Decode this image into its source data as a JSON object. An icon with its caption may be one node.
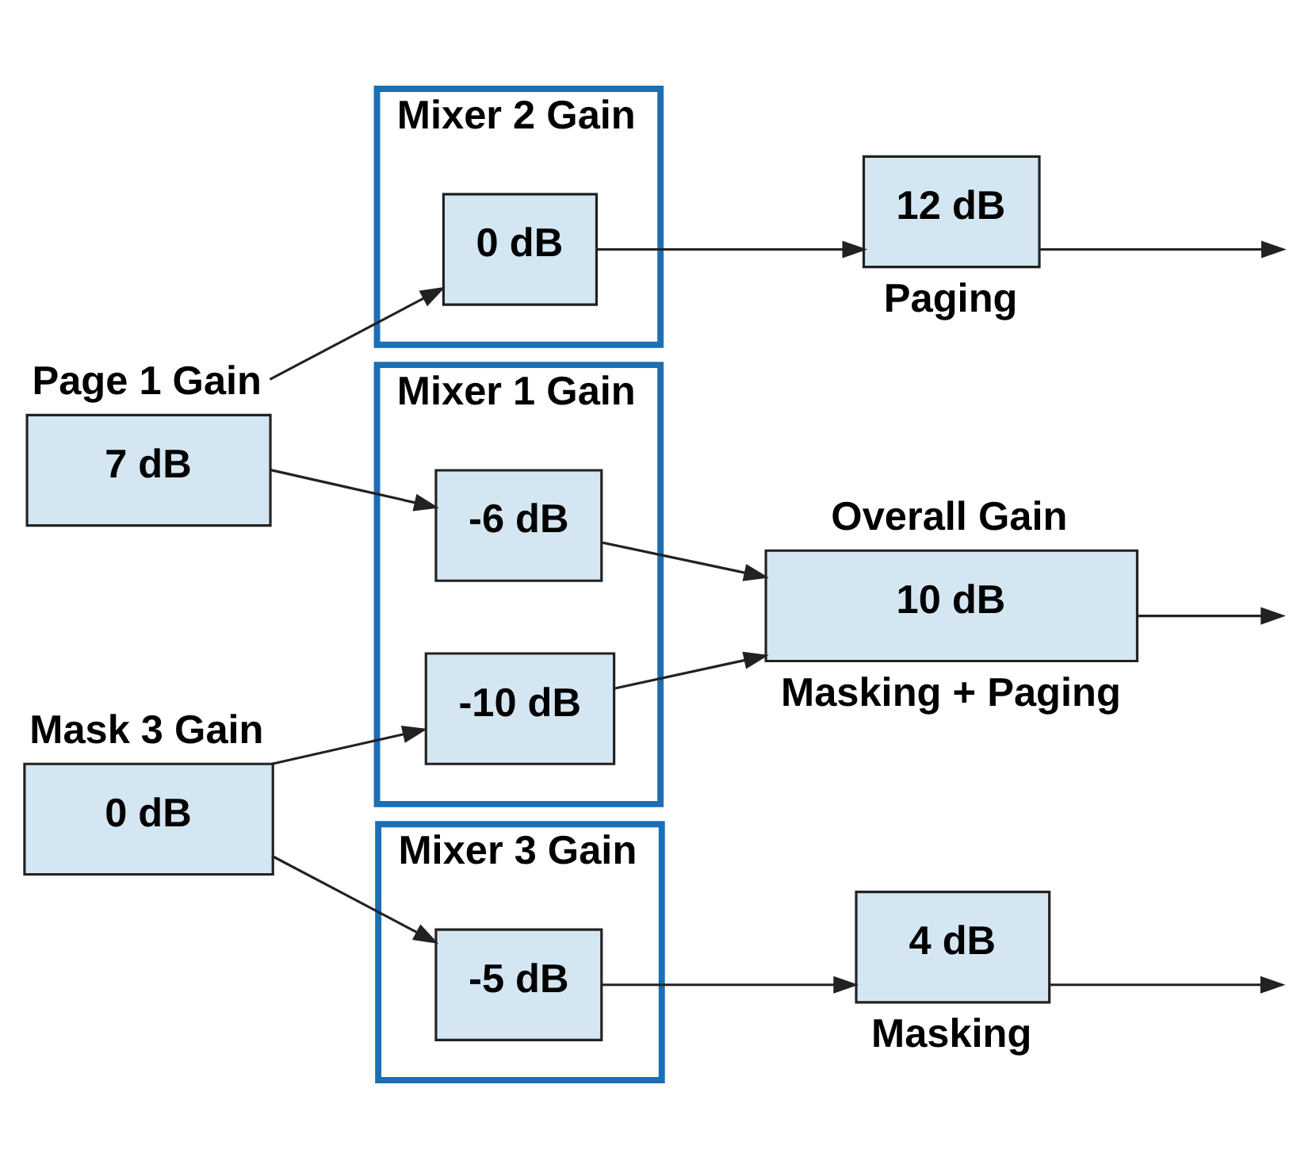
{
  "diagram": {
    "nodes": [
      {
        "text": [
          "Page 1 Gain",
          "7 dB"
        ]
      },
      {
        "text": [
          "Mask 3 Gain",
          "0 dB"
        ]
      },
      {
        "text": [
          "Mixer 1 Gain"
        ]
      },
      {
        "text": [
          "-6 dB"
        ],
        "in": 2
      },
      {
        "text": [
          "-10 dB"
        ],
        "in": 2
      },
      {
        "text": [
          "Mixer 2 Gain"
        ]
      },
      {
        "text": [
          "0 dB"
        ],
        "in": 5
      },
      {
        "text": [
          "Mixer 3 Gain"
        ]
      },
      {
        "text": [
          "-5 dB"
        ],
        "in": 7
      },
      {
        "text": [
          "Overall Gain",
          "10 dB"
        ],
        "beside": [
          "Masking + Paging"
        ]
      },
      {
        "text": [
          "12 dB"
        ],
        "beside": [
          "Paging"
        ]
      },
      {
        "text": [
          "4 dB"
        ],
        "beside": [
          "Masking"
        ]
      }
    ],
    "edges": [
      {
        "from": 0,
        "to": 3,
        "arrow": "to"
      },
      {
        "from": 0,
        "to": 6,
        "arrow": "to"
      },
      {
        "from": 1,
        "to": 4,
        "arrow": "to"
      },
      {
        "from": 1,
        "to": 8,
        "arrow": "to"
      },
      {
        "from": 3,
        "to": 9,
        "arrow": "to"
      },
      {
        "from": 4,
        "to": 9,
        "arrow": "to"
      },
      {
        "from": 6,
        "to": 10,
        "arrow": "to"
      },
      {
        "from": 8,
        "to": 11,
        "arrow": "to"
      },
      {
        "from": 9,
        "to": null,
        "arrow": "to"
      },
      {
        "from": 10,
        "to": null,
        "arrow": "to"
      },
      {
        "from": 11,
        "to": null,
        "arrow": "to"
      }
    ]
  }
}
